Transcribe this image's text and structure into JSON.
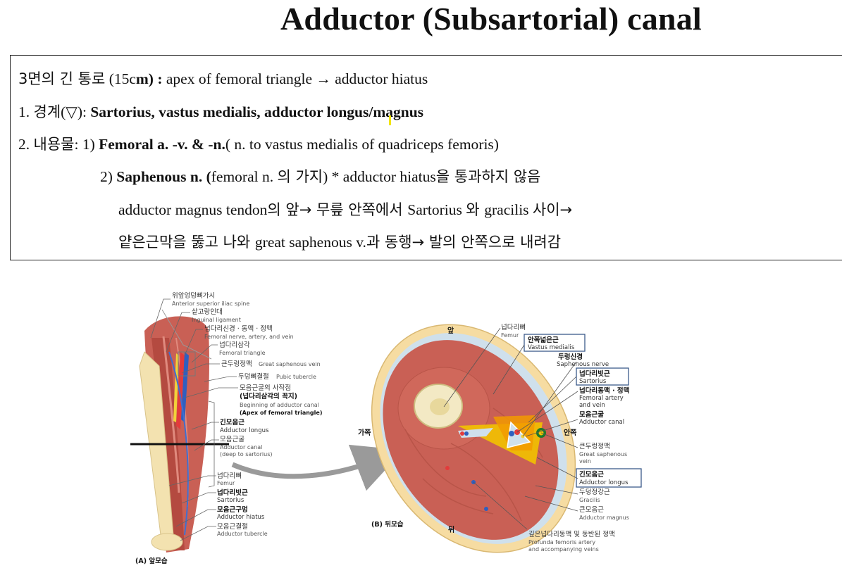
{
  "title": "Adductor (Subsartorial) canal",
  "text": {
    "l1_ko": "3면의 긴 통로",
    "l1_a": " (15c",
    "l1_b": "m) :",
    "l1_c": " apex of femoral triangle →  adductor hiatus",
    "l2_num": "1. ",
    "l2_ko": "경계",
    "l2_sym": "(▽):  ",
    "l2_b": "Sartorius, vastus medialis, adductor longus/magnus",
    "l3_num": "2. ",
    "l3_ko": "내용물",
    "l3_a": ": 1) ",
    "l3_b": "Femoral a. -v. & -n.",
    "l3_c": "( n. to vastus medialis of quadriceps femoris)",
    "l4_a": "2) ",
    "l4_b": "Saphenous n. (",
    "l4_c": "femoral n. ",
    "l4_ko1": "의 가지",
    "l4_d": ") * adductor hiatus",
    "l4_ko2": "을 통과하지 않음",
    "l5_a": "adductor magnus tendon",
    "l5_ko1": "의 앞→ 무릎 안쪽에서 ",
    "l5_b": "Sartorius ",
    "l5_ko2": "와 ",
    "l5_c": "gracilis ",
    "l5_ko3": "사이→",
    "l6_ko1": "얕은근막을 뚫고 나와 ",
    "l6_a": "great saphenous v.",
    "l6_ko2": "과 동행→ 발의 안쪽으로 내려감"
  },
  "figA": {
    "caption": "(A) 앞모습",
    "labels": [
      {
        "ko": "위앞엉덩뼈가시",
        "en": "Anterior superior iliac spine"
      },
      {
        "ko": "샅고랑인대",
        "en": "Inguinal ligament"
      },
      {
        "ko": "넙다리신경 · 동맥 · 정맥",
        "en": "Femoral nerve, artery, and vein"
      },
      {
        "ko": "넙다리삼각",
        "en": "Femoral triangle"
      },
      {
        "ko": "큰두렁정맥",
        "en": "Great saphenous vein"
      },
      {
        "ko": "두덩뼈결절",
        "en": "Pubic tubercle"
      },
      {
        "ko": "모음근굴의 사작점",
        "ko2": "(넙다리삼각의 꼭지)",
        "en": "Beginning of adductor canal",
        "en2": "(Apex of femoral triangle)"
      },
      {
        "ko": "긴모음근",
        "en": "Adductor longus"
      },
      {
        "ko": "모음근굴",
        "en": "Adductor canal",
        "en2": "(deep to sartorius)"
      },
      {
        "ko": "넙다리뼈",
        "en": "Femur"
      },
      {
        "ko": "넙다리빗근",
        "en": "Sartorius"
      },
      {
        "ko": "모음근구멍",
        "en": "Adductor hiatus"
      },
      {
        "ko": "모음근결절",
        "en": "Adductor tubercle"
      }
    ]
  },
  "figB": {
    "caption": "(B) 뒤모습",
    "orient": {
      "front": "앞",
      "back": "뒤",
      "lateral": "가쪽",
      "medial": "안쪽"
    },
    "labels": [
      {
        "ko": "넙다리뼈",
        "en": "Femur"
      },
      {
        "ko": "안쪽넓은근",
        "en": "Vastus medialis"
      },
      {
        "ko": "두렁신경",
        "en": "Saphenous nerve"
      },
      {
        "ko": "넙다리빗근",
        "en": "Sartorius"
      },
      {
        "ko": "넙다리동맥 · 정맥",
        "en": "Femoral artery",
        "en2": "and vein"
      },
      {
        "ko": "모음근굴",
        "en": "Adductor canal"
      },
      {
        "ko": "큰두렁정맥",
        "en": "Great saphenous",
        "en2": "vein"
      },
      {
        "ko": "긴모음근",
        "en": "Adductor longus"
      },
      {
        "ko": "두덩정강근",
        "en": "Gracilis"
      },
      {
        "ko": "큰모음근",
        "en": "Adductor magnus"
      },
      {
        "ko": "깊은넙다리동맥 및 동반된 정맥",
        "en": "Profunda femoris artery",
        "en2": "and accompanying veins"
      }
    ]
  },
  "colors": {
    "muscle": "#c85f52",
    "fat": "#f6dca2",
    "bone": "#f3e9c4",
    "fascia": "#cfe0ec",
    "highlight": "#f2c200",
    "box": "#3b5a8a"
  }
}
